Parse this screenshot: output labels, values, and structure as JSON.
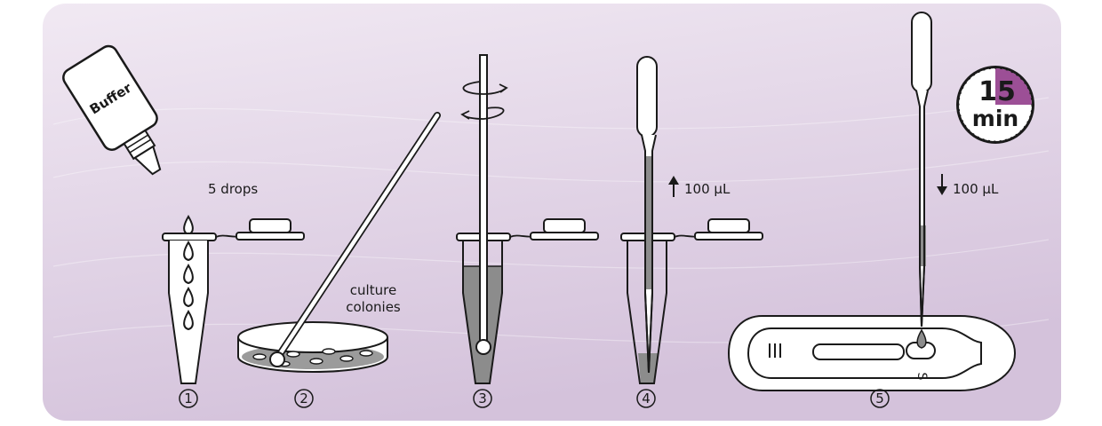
{
  "colors": {
    "background_top": "#efe6f2",
    "background_bottom": "#d6c4dd",
    "outline": "#1a1a1a",
    "liquid": "#8c8c8c",
    "white": "#ffffff",
    "timer_accent": "#9c4f96"
  },
  "step1": {
    "bottle_label": "Buffer",
    "drops_label": "5 drops",
    "number": "1"
  },
  "step2": {
    "colonies_line1": "culture",
    "colonies_line2": "colonies",
    "number": "2"
  },
  "step3": {
    "number": "3"
  },
  "step4": {
    "volume_label": "100 µL",
    "number": "4"
  },
  "step5": {
    "volume_label": "100 µL",
    "number": "5",
    "cassette_mark": "S"
  },
  "timer": {
    "value": "15",
    "unit": "min",
    "fraction": 0.25
  }
}
